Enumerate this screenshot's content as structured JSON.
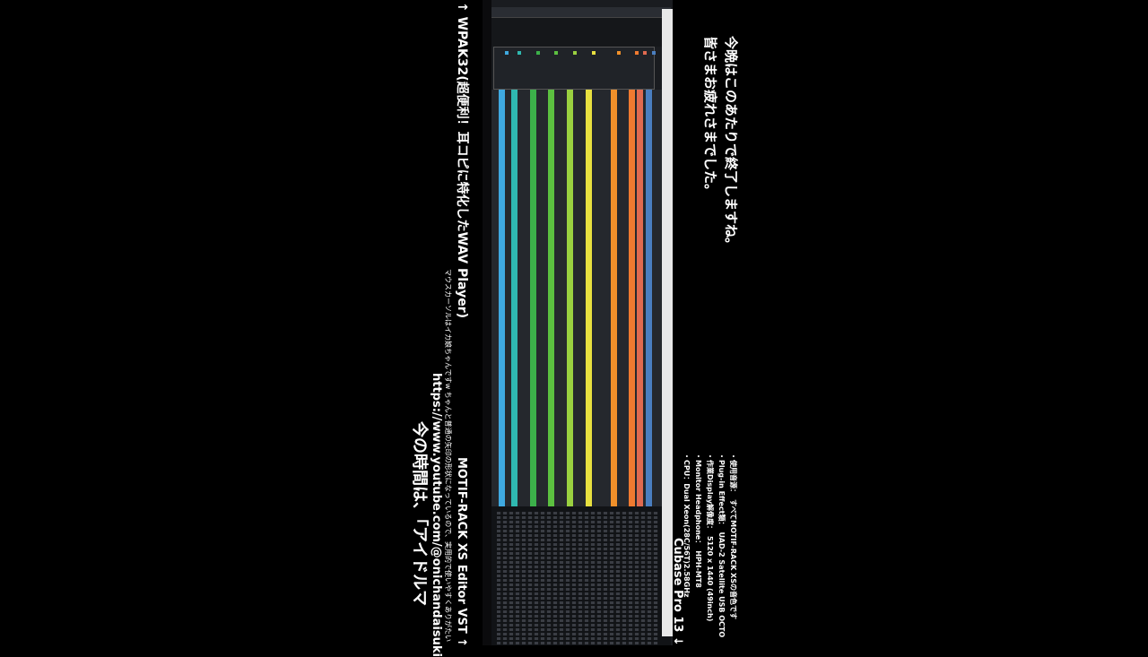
{
  "overlay": {
    "closing_line1": "今晩はこのあたりで終了しますね。",
    "closing_line2": "皆さまお疲れさまでした。",
    "wpak": "↑ WPAK32(超便利！耳コピに特化したWAV Player)",
    "cursor_note": "マウスカーソルはイカ娘ちゃんですw ちゃんと普通の矢印の形状になっているので、実用的で使いやすくありがたい",
    "motif_editor": "MOTIF-RACK XS Editor VST ↑",
    "url": "https://www.youtube.com/@onichandaisuki",
    "now_playing": "今の時間は、「アイドルマ",
    "cubase": "Cubase Pro 13 ↓",
    "specs": [
      "・使用音源：　すべてMOTIF-RACK XSの音色です",
      "・Plug-in Effect類：　UAD-2 Satellite USB OCTO",
      "・作業Display解像度：　5120 x 1440 (49inch)",
      "・Monitor Headphone：　HPH-MT8",
      "・CPU：Dual Xeon(28C/56T)2.58GHz"
    ]
  },
  "daw": {
    "track_colors": [
      "#3fa9e0",
      "#2fb8b0",
      "#3cb04a",
      "#5cc040",
      "#9ad040",
      "#e8e040",
      "#f0902a",
      "#f07a30",
      "#e06a50",
      "#4a7ec0"
    ],
    "accent": "#e03030"
  }
}
